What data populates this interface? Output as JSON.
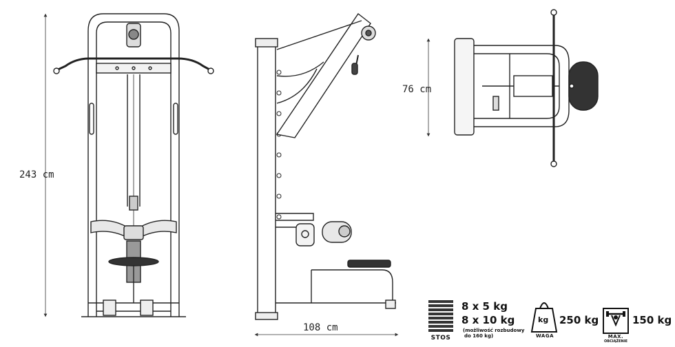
{
  "dimensions": {
    "height": "243 cm",
    "length": "108 cm",
    "width": "76 cm"
  },
  "specs": {
    "stack": {
      "label": "STOS",
      "line1": "8 x 5 kg",
      "line2": "8 x 10 kg",
      "note_line1": "(możliwość rozbudowy",
      "note_line2": "do 160 kg)"
    },
    "weight": {
      "icon_text": "kg",
      "value": "250 kg",
      "label": "WAGA"
    },
    "max_load": {
      "value": "150 kg",
      "label_line1": "MAX.",
      "label_line2": "OBCIĄŻENIE"
    }
  },
  "icons": [
    "weight-stack-icon",
    "kettlebell-weight-icon",
    "max-load-lifter-icon"
  ]
}
